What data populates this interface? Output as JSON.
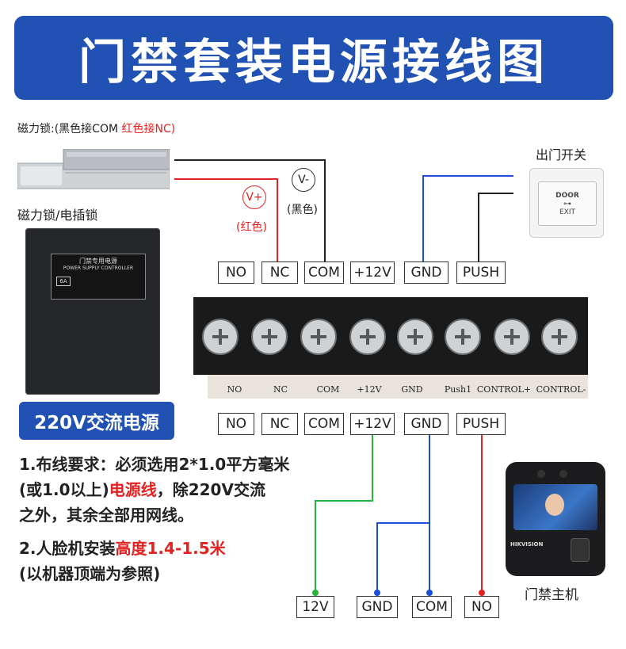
{
  "title": "门禁套装电源接线图",
  "lock_note": {
    "prefix": "磁力锁:(黑色接COM ",
    "red": "红色接NC)"
  },
  "lock_label": "磁力锁/电插锁",
  "exit_label": "出门开关",
  "exit_button": {
    "line1": "DOOR",
    "line2": "EXIT"
  },
  "vplus": {
    "symbol": "V+",
    "color_label": "(红色)"
  },
  "vminus": {
    "symbol": "V-",
    "color_label": "(黑色)"
  },
  "top_terminals": [
    "NO",
    "NC",
    "COM",
    "+12V",
    "GND",
    "PUSH"
  ],
  "bottom_terminals": [
    "NO",
    "NC",
    "COM",
    "+12V",
    "GND",
    "PUSH"
  ],
  "block_labels": [
    "NO",
    "NC",
    "COM",
    "+12V",
    "GND",
    "Push1",
    "CONTROL+",
    "CONTROL-"
  ],
  "psu_label": {
    "title": "门禁专用电源",
    "subtitle": "POWER SUPPLY CONTROLLER",
    "badge": "6A"
  },
  "ac_label": "220V交流电源",
  "notes": {
    "line1": "1.布线要求：必须选用2*1.0平方毫米",
    "line2_a": "(或1.0以上)",
    "line2_red": "电源线",
    "line2_b": "，除220V交流",
    "line3": "之外，其余全部用网线。",
    "line4_a": "2.人脸机安装",
    "line4_red": "高度1.4-1.5米",
    "line5": "(以机器顶端为参照)"
  },
  "host_terminals": [
    "12V",
    "GND",
    "COM",
    "NO"
  ],
  "host_label": "门禁主机",
  "device_brand": "HIKVISION",
  "colors": {
    "banner": "#2152b3",
    "red": "#e32222",
    "blue": "#1a4fd6",
    "green": "#25b53a",
    "black": "#222222"
  }
}
